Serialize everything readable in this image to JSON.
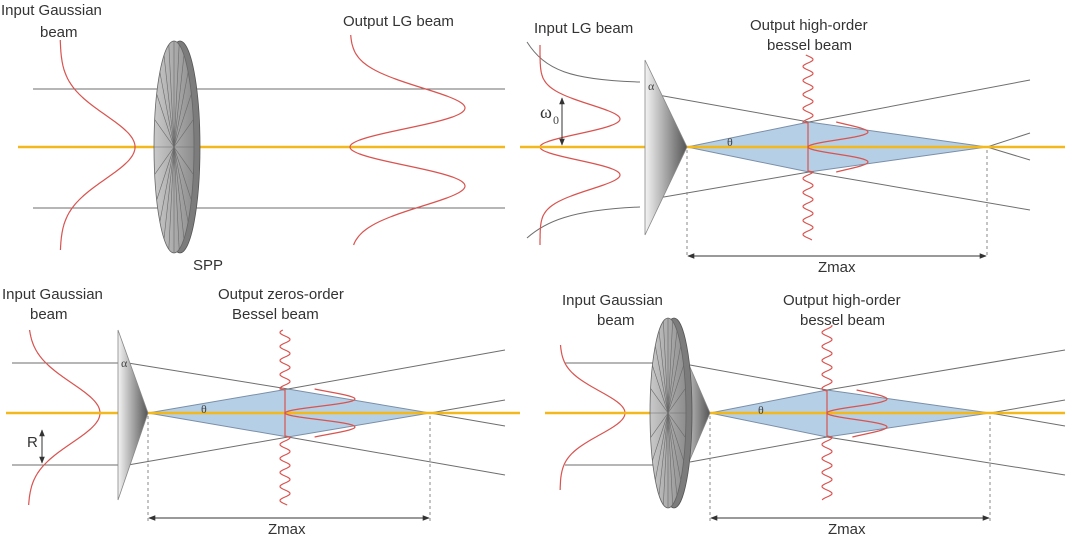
{
  "panels": {
    "spp": {
      "input_label_1": "Input Gaussian",
      "input_label_2": "beam",
      "output_label": "Output LG beam",
      "element_label": "SPP"
    },
    "lg_axicon": {
      "input_label": "Input LG beam",
      "output_label_1": "Output high-order",
      "output_label_2": "bessel  beam",
      "waist_label": "ω",
      "waist_sub": "0",
      "alpha": "α",
      "theta": "θ",
      "zmax": "Zmax"
    },
    "gauss_axicon": {
      "input_label_1": "Input Gaussian",
      "input_label_2": "beam",
      "output_label_1": "Output zeros-order",
      "output_label_2": "Bessel  beam",
      "radius_label": "R",
      "alpha": "α",
      "theta": "θ",
      "zmax": "Zmax"
    },
    "spp_axicon": {
      "input_label_1": "Input Gaussian",
      "input_label_2": "beam",
      "output_label_1": "Output high-order",
      "output_label_2": "bessel  beam",
      "theta": "θ",
      "zmax": "Zmax"
    }
  },
  "colors": {
    "axis": "#f2b81c",
    "beam_profile": "#d9534f",
    "cone": "#b5cfe6"
  }
}
